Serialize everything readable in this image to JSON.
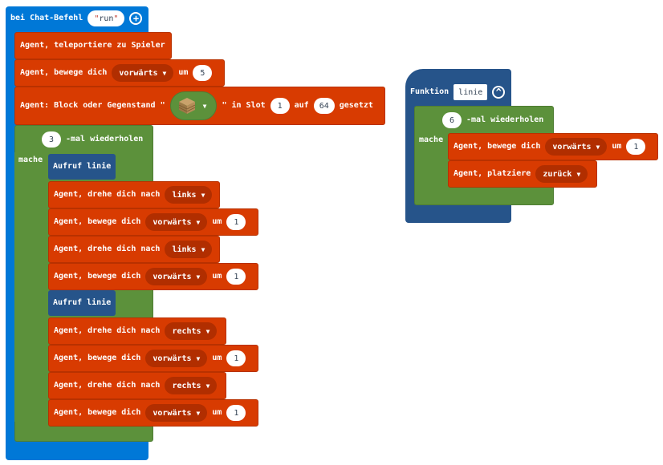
{
  "event_block": {
    "label": "bei Chat-Befehl",
    "command_value": "run",
    "quote": "\"",
    "add_icon": "plus-circle-icon"
  },
  "main_blocks": {
    "teleport": "Agent, teleportiere zu Spieler",
    "move1": {
      "label": "Agent, bewege dich",
      "direction": "vorwärts",
      "um": "um",
      "amount": "5"
    },
    "set_item": {
      "label": "Agent: Block oder Gegenstand \"",
      "item_icon": "wood-planks-block-icon",
      "slot_label": "\" in Slot",
      "slot": "1",
      "auf_label": "auf",
      "count": "64",
      "suffix": "gesetzt"
    },
    "repeat": {
      "times": "3",
      "label": "-mal wiederholen",
      "do_label": "mache"
    },
    "body": [
      {
        "type": "call",
        "label": "Aufruf linie"
      },
      {
        "type": "turn",
        "label": "Agent, drehe dich nach",
        "direction": "links"
      },
      {
        "type": "move",
        "label": "Agent, bewege dich",
        "direction": "vorwärts",
        "um": "um",
        "amount": "1"
      },
      {
        "type": "turn",
        "label": "Agent, drehe dich nach",
        "direction": "links"
      },
      {
        "type": "move",
        "label": "Agent, bewege dich",
        "direction": "vorwärts",
        "um": "um",
        "amount": "1"
      },
      {
        "type": "call",
        "label": "Aufruf linie"
      },
      {
        "type": "turn",
        "label": "Agent, drehe dich nach",
        "direction": "rechts"
      },
      {
        "type": "move",
        "label": "Agent, bewege dich",
        "direction": "vorwärts",
        "um": "um",
        "amount": "1"
      },
      {
        "type": "turn",
        "label": "Agent, drehe dich nach",
        "direction": "rechts"
      },
      {
        "type": "move",
        "label": "Agent, bewege dich",
        "direction": "vorwärts",
        "um": "um",
        "amount": "1"
      }
    ]
  },
  "function_block": {
    "label": "Funktion",
    "name": "linie",
    "collapse_icon": "chevron-up-circle-icon",
    "repeat": {
      "times": "6",
      "label": "-mal wiederholen",
      "do_label": "mache"
    },
    "move": {
      "label": "Agent, bewege dich",
      "direction": "vorwärts",
      "um": "um",
      "amount": "1"
    },
    "place": {
      "label": "Agent, platziere",
      "direction": "zurück"
    }
  },
  "colors": {
    "event": "#0078d7",
    "function": "#26548a",
    "agent": "#d83b01",
    "loop": "#5c913b",
    "dropdown": "#b12e00"
  }
}
